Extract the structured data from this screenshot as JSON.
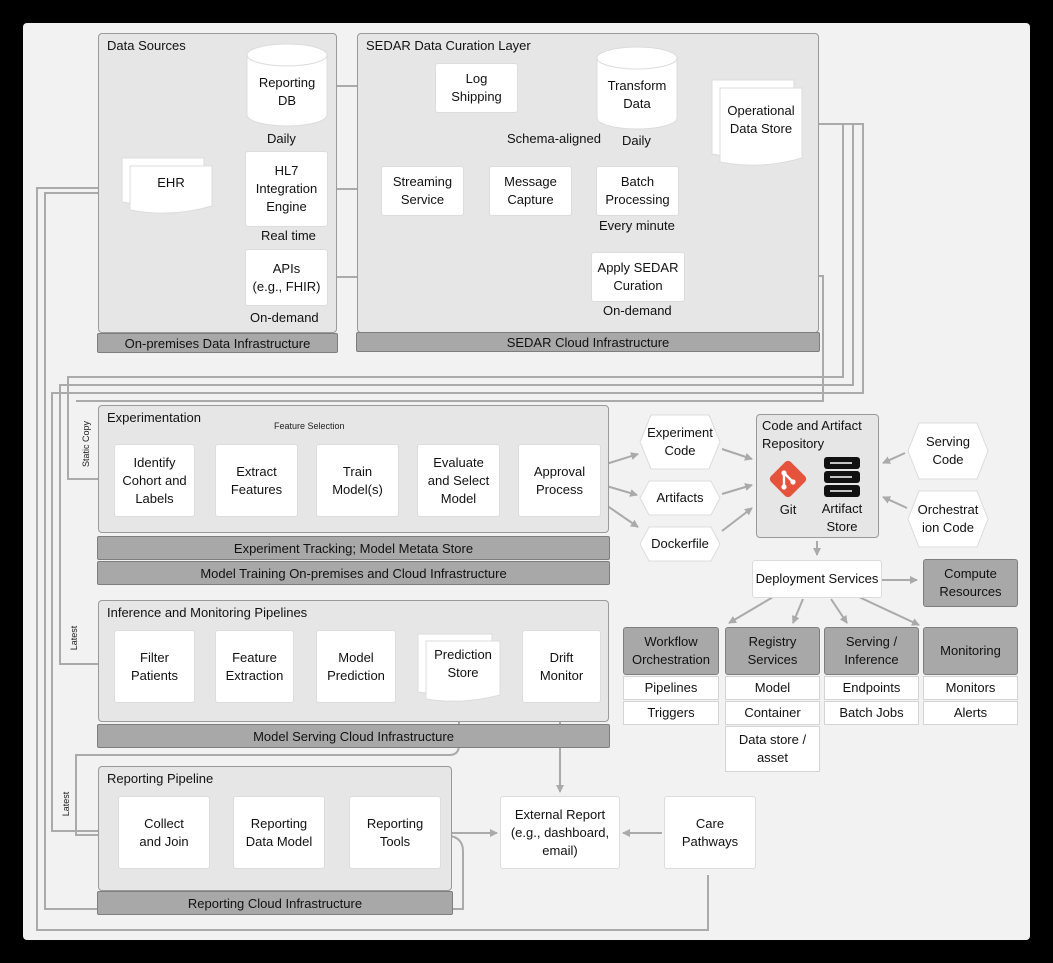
{
  "groups": {
    "data_sources": "Data Sources",
    "sedar_layer": "SEDAR Data Curation Layer",
    "experimentation": "Experimentation",
    "inference": "Inference and Monitoring Pipelines",
    "reporting": "Reporting Pipeline"
  },
  "bars": {
    "onprem_data": "On-premises Data Infrastructure",
    "sedar_cloud": "SEDAR Cloud Infrastructure",
    "experiment_tracking": "Experiment Tracking; Model Metata Store",
    "model_training": "Model Training On-premises and Cloud Infrastructure",
    "model_serving": "Model Serving Cloud Infrastructure",
    "reporting_cloud": "Reporting Cloud Infrastructure"
  },
  "nodes": {
    "reporting_db": "Reporting\nDB",
    "ehr": "EHR",
    "hl7": "HL7\nIntegration\nEngine",
    "apis": "APIs\n(e.g., FHIR)",
    "log_shipping": "Log\nShipping",
    "transform_data": "Transform\nData",
    "operational_store": "Operational\nData Store",
    "streaming": "Streaming\nService",
    "message_capture": "Message\nCapture",
    "batch_processing": "Batch\nProcessing",
    "apply_sedar": "Apply SEDAR\nCuration",
    "identify_cohort": "Identify\nCohort and\nLabels",
    "extract_features": "Extract\nFeatures",
    "train_models": "Train\nModel(s)",
    "evaluate_select": "Evaluate\nand Select\nModel",
    "approval": "Approval\nProcess",
    "experiment_code": "Experiment\nCode",
    "artifacts": "Artifacts",
    "dockerfile": "Dockerfile",
    "serving_code": "Serving\nCode",
    "orchestration_code": "Orchestrat\nion Code",
    "code_repo_title": "Code and Artifact\nRepository",
    "git": "Git",
    "artifact_store": "Artifact\nStore",
    "deployment": "Deployment Services",
    "compute": "Compute\nResources",
    "filter_patients": "Filter\nPatients",
    "feature_extraction": "Feature\nExtraction",
    "model_prediction": "Model\nPrediction",
    "prediction_store": "Prediction\nStore",
    "drift_monitor": "Drift\nMonitor",
    "collect_join": "Collect\nand Join",
    "reporting_model": "Reporting\nData Model",
    "reporting_tools": "Reporting\nTools",
    "external_report": "External Report\n(e.g., dashboard,\nemail)",
    "care_pathways": "Care\nPathways"
  },
  "captions": {
    "daily_1": "Daily",
    "real_time": "Real time",
    "on_demand_1": "On-demand",
    "schema_aligned": "Schema-aligned",
    "daily_2": "Daily",
    "every_minute": "Every minute",
    "on_demand_2": "On-demand",
    "feature_selection": "Feature Selection",
    "static_copy": "Static Copy",
    "latest_1": "Latest",
    "latest_2": "Latest"
  },
  "deploy_columns": [
    {
      "header": "Workflow\nOrchestration",
      "items": [
        "Pipelines",
        "Triggers"
      ]
    },
    {
      "header": "Registry\nServices",
      "items": [
        "Model",
        "Container",
        "Data store /\nasset"
      ]
    },
    {
      "header": "Serving /\nInference",
      "items": [
        "Endpoints",
        "Batch Jobs"
      ]
    },
    {
      "header": "Monitoring",
      "items": [
        "Monitors",
        "Alerts"
      ]
    }
  ],
  "colors": {
    "background": "#f2f2f2",
    "group_fill": "#e6e6e6",
    "bar_fill": "#a8a8a8",
    "arrow": "#aaaaaa",
    "git_red": "#e5533d",
    "frame": "#000000"
  }
}
